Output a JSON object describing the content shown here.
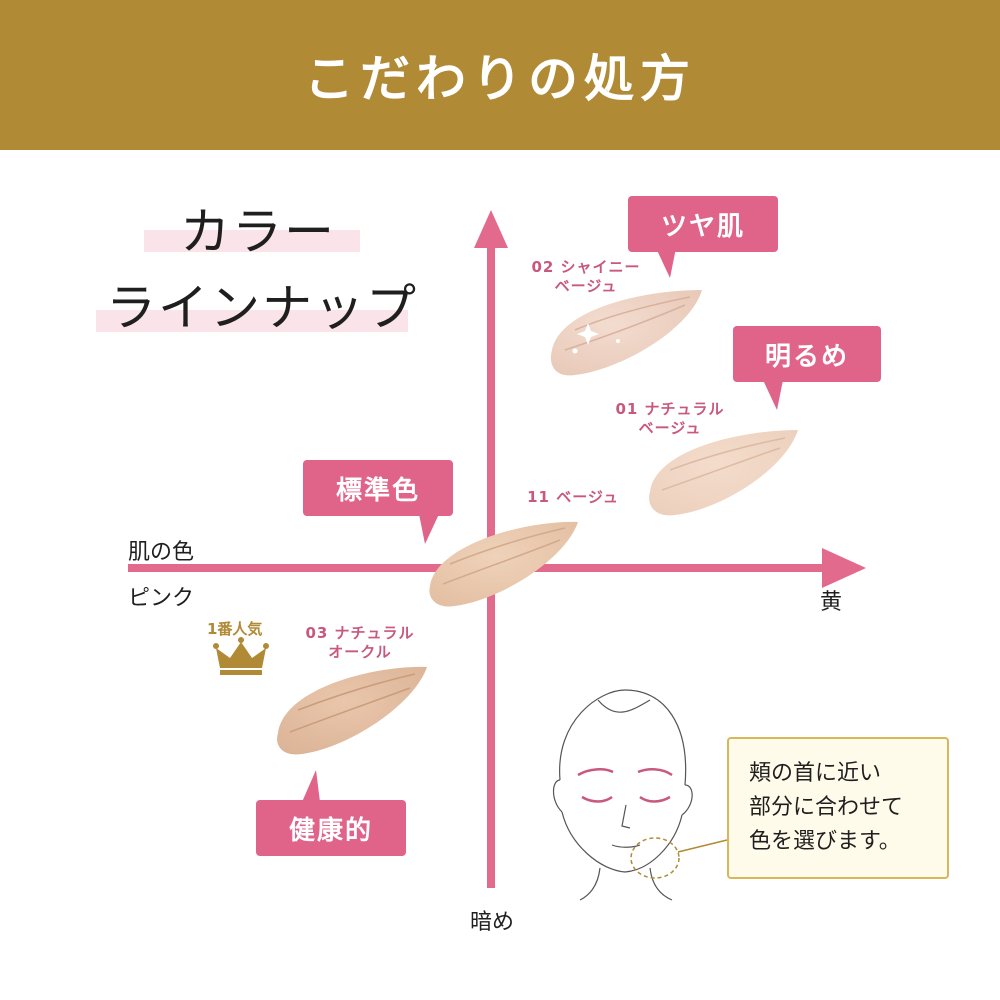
{
  "header": {
    "title": "こだわりの処方"
  },
  "lineup_title": {
    "line1": "カラー",
    "line2": "ラインナップ"
  },
  "axes": {
    "top_label": "",
    "bottom_label": "暗め",
    "left_label_1": "肌の色",
    "left_label_2": "ピンク",
    "right_label": "黄"
  },
  "tags": {
    "glossy": "ツヤ肌",
    "bright": "明るめ",
    "standard": "標準色",
    "healthy": "健康的"
  },
  "swatches": {
    "s02": {
      "line1": "02 シャイニー",
      "line2": "ベージュ"
    },
    "s01": {
      "line1": "01 ナチュラル",
      "line2": "ベージュ"
    },
    "s11": {
      "line1": "11 ベージュ"
    },
    "s03": {
      "line1": "03 ナチュラル",
      "line2": "オークル"
    }
  },
  "popular": {
    "label": "1番人気"
  },
  "note": {
    "line1": "頬の首に近い",
    "line2": "部分に合わせて",
    "line3": "色を選びます。"
  },
  "colors": {
    "header_bg": "#b08a35",
    "axis_pink": "#e26a8c",
    "tag_pink": "#e0638a",
    "label_pink": "#c9577e",
    "highlight_pink": "#fbe3ea",
    "gold": "#b08a35",
    "swatch_02": "#e8c9b8",
    "swatch_01": "#ecd0bd",
    "swatch_11": "#e3bfa2",
    "swatch_03": "#dcb497",
    "note_bg": "#fffbea"
  }
}
